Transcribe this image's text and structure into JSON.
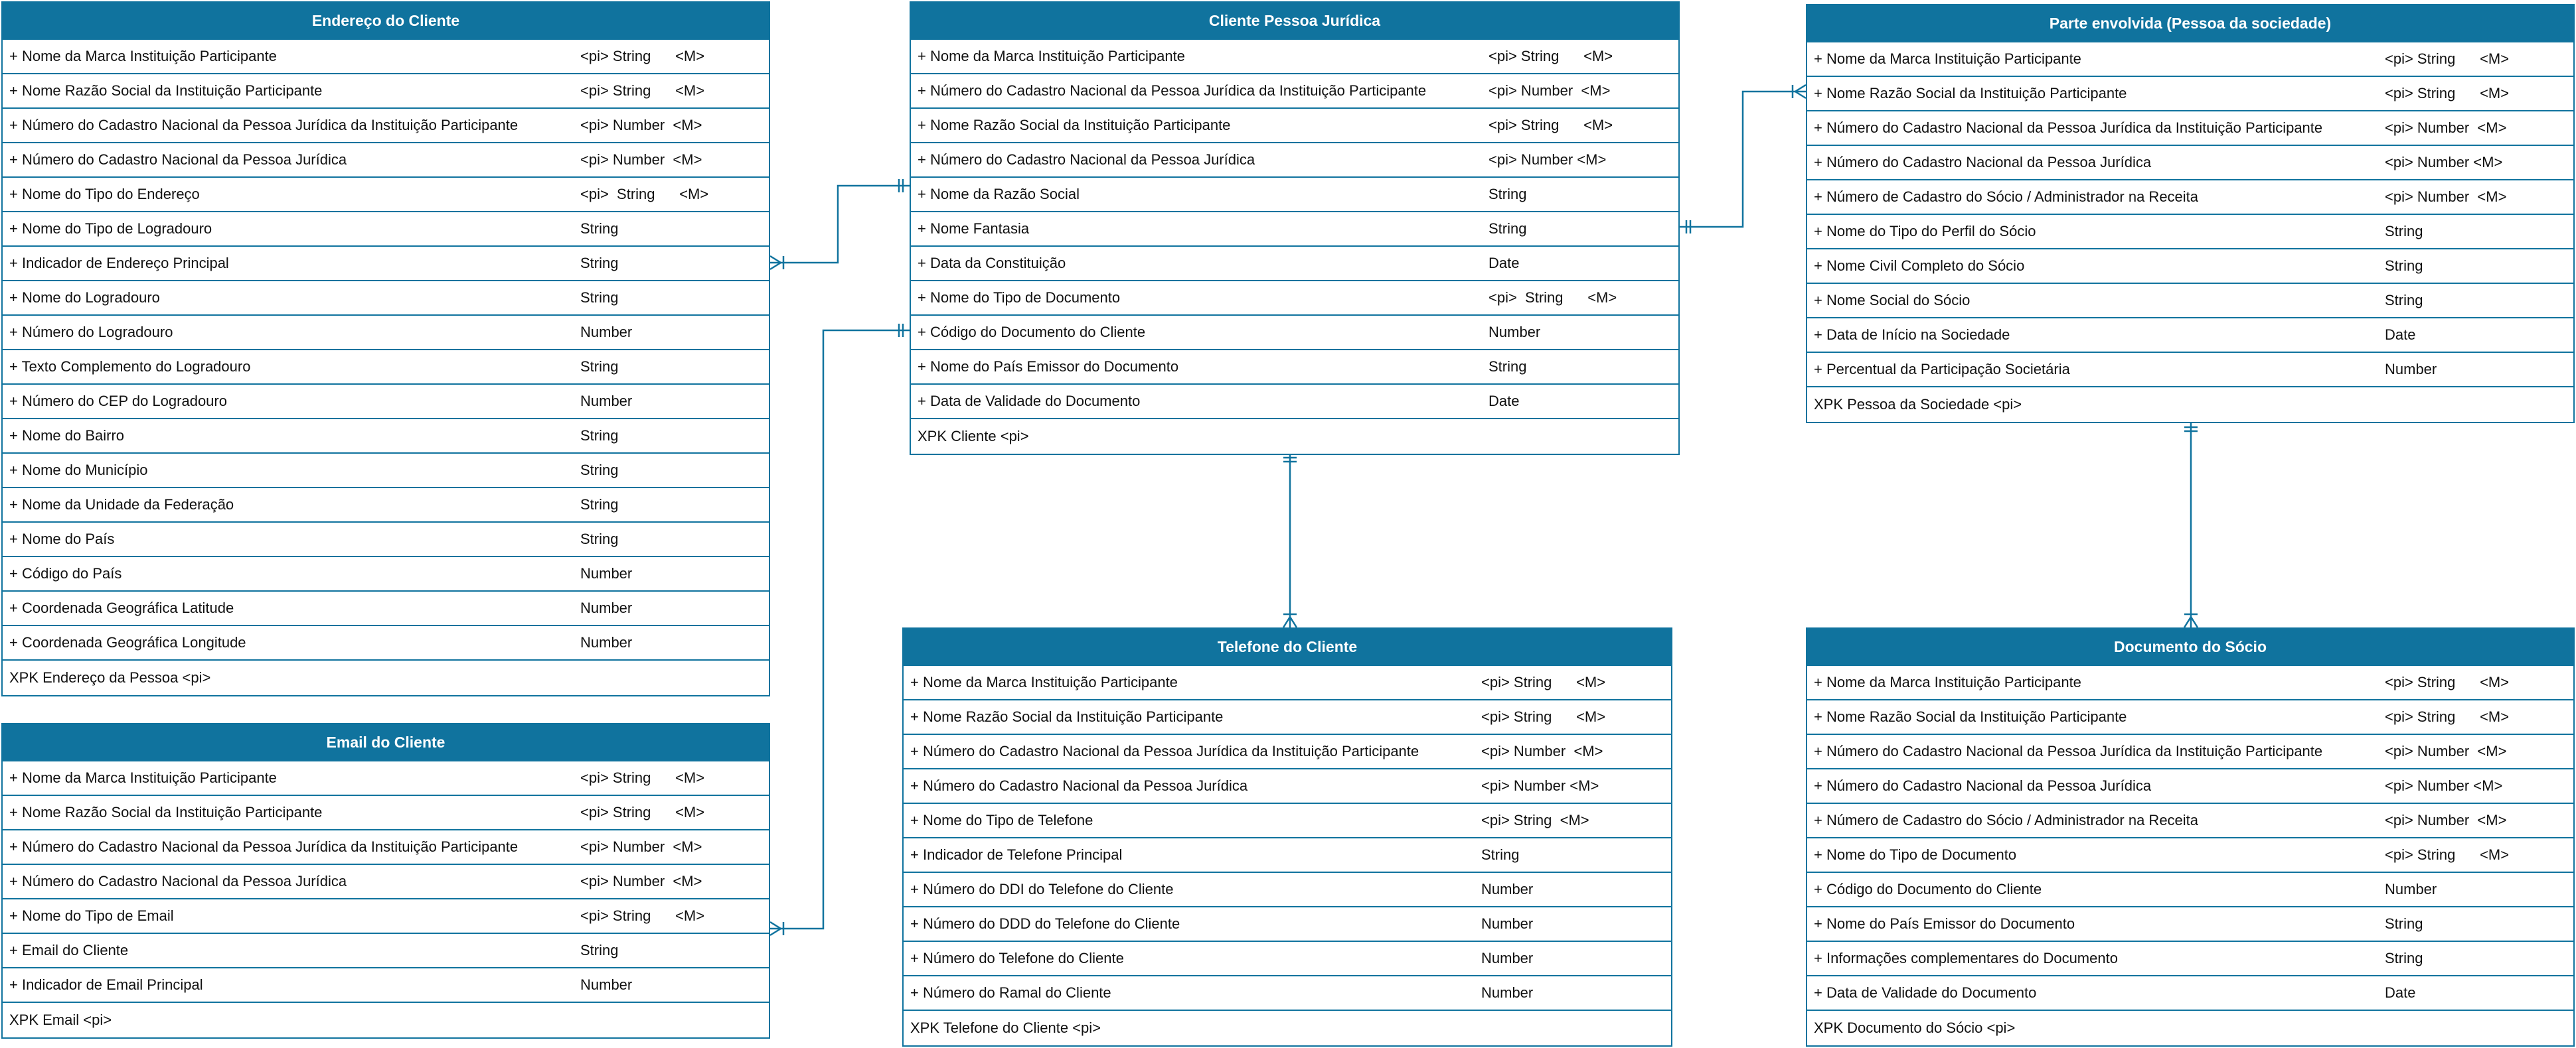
{
  "colors": {
    "accent": "#10739e",
    "header_text": "#ffffff",
    "text": "#111111"
  },
  "entities": [
    {
      "id": "endereco",
      "title": "Endereço do Cliente",
      "rows": [
        {
          "name": "+ Nome da Marca Instituição Participante",
          "type": "<pi> String      <M>"
        },
        {
          "name": "+ Nome Razão Social da Instituição Participante",
          "type": "<pi> String      <M>"
        },
        {
          "name": "+ Número do Cadastro Nacional da Pessoa Jurídica da Instituição Participante",
          "type": "<pi> Number  <M>"
        },
        {
          "name": "+ Número do Cadastro Nacional  da Pessoa Jurídica",
          "type": "<pi> Number  <M>"
        },
        {
          "name": "+ Nome do Tipo do  Endereço",
          "type": "<pi>  String      <M>"
        },
        {
          "name": "+ Nome do Tipo de Logradouro",
          "type": "String"
        },
        {
          "name": "+ Indicador de Endereço Principal",
          "type": "String"
        },
        {
          "name": "+ Nome do Logradouro",
          "type": "String"
        },
        {
          "name": "+ Número do Logradouro",
          "type": "Number"
        },
        {
          "name": "+ Texto Complemento do Logradouro",
          "type": "String"
        },
        {
          "name": "+ Número do CEP do Logradouro",
          "type": "Number"
        },
        {
          "name": "+ Nome do Bairro",
          "type": "String"
        },
        {
          "name": "+ Nome do Município",
          "type": "String"
        },
        {
          "name": "+ Nome da Unidade da Federação",
          "type": "String"
        },
        {
          "name": "+ Nome do País",
          "type": "String"
        },
        {
          "name": "+ Código do País",
          "type": "Number"
        },
        {
          "name": "+ Coordenada Geográfica Latitude",
          "type": "Number"
        },
        {
          "name": "+ Coordenada Geográfica Longitude",
          "type": "Number"
        },
        {
          "name": "XPK Endereço da Pessoa  <pi>",
          "type": ""
        }
      ]
    },
    {
      "id": "email",
      "title": "Email do Cliente",
      "rows": [
        {
          "name": "+ Nome da Marca Instituição Participante",
          "type": "<pi> String      <M>"
        },
        {
          "name": "+ Nome Razão Social da Instituição Participante",
          "type": "<pi> String      <M>"
        },
        {
          "name": "+ Número do Cadastro Nacional da Pessoa Jurídica da Instituição Participante",
          "type": "<pi> Number  <M>"
        },
        {
          "name": "+ Número do Cadastro Nacional  da Pessoa Jurídica",
          "type": "<pi> Number  <M>"
        },
        {
          "name": "+ Nome do Tipo de Email",
          "type": "<pi> String      <M>"
        },
        {
          "name": "+ Email do Cliente",
          "type": "String"
        },
        {
          "name": "+ Indicador de Email Principal",
          "type": "Number"
        },
        {
          "name": "XPK Email   <pi>",
          "type": ""
        }
      ]
    },
    {
      "id": "pj",
      "title": "Cliente Pessoa Jurídica",
      "rows": [
        {
          "name": "+ Nome da Marca Instituição Participante",
          "type": "<pi> String      <M>"
        },
        {
          "name": "+ Número do Cadastro Nacional da Pessoa Jurídica da Instituição Participante",
          "type": "<pi> Number  <M>"
        },
        {
          "name": "+ Nome Razão Social da Instituição Participante",
          "type": "<pi> String      <M>"
        },
        {
          "name": "+ Número do Cadastro Nacional da Pessoa Jurídica",
          "type": "<pi> Number <M>"
        },
        {
          "name": "+ Nome da Razão Social",
          "type": "String"
        },
        {
          "name": "+ Nome Fantasia",
          "type": "String"
        },
        {
          "name": "+ Data da Constituição",
          "type": "Date"
        },
        {
          "name": "+ Nome do Tipo de Documento",
          "type": "<pi>  String      <M>"
        },
        {
          "name": "+ Código do Documento do Cliente",
          "type": "Number"
        },
        {
          "name": "+ Nome do País Emissor do Documento",
          "type": "String"
        },
        {
          "name": "+ Data de Validade do Documento",
          "type": "Date"
        },
        {
          "name": "XPK Cliente  <pi>",
          "type": ""
        }
      ]
    },
    {
      "id": "telefone",
      "title": "Telefone do Cliente",
      "rows": [
        {
          "name": "+ Nome da Marca Instituição Participante",
          "type": "<pi> String      <M>"
        },
        {
          "name": "+ Nome Razão Social da Instituição Participante",
          "type": "<pi> String      <M>"
        },
        {
          "name": "+ Número do Cadastro Nacional da Pessoa Jurídica da Instituição Participante",
          "type": "<pi> Number  <M>"
        },
        {
          "name": "+ Número do Cadastro Nacional  da Pessoa Jurídica",
          "type": "<pi> Number <M>"
        },
        {
          "name": "+ Nome do Tipo de Telefone",
          "type": "<pi> String  <M>"
        },
        {
          "name": "+ Indicador de Telefone Principal",
          "type": "String"
        },
        {
          "name": "+ Número do DDI do Telefone do Cliente",
          "type": "Number"
        },
        {
          "name": "+ Número do DDD do Telefone do Cliente",
          "type": "Number"
        },
        {
          "name": "+ Número do Telefone do Cliente",
          "type": "Number"
        },
        {
          "name": "+ Número do Ramal do Cliente",
          "type": "Number"
        },
        {
          "name": "XPK Telefone do Cliente   <pi>",
          "type": ""
        }
      ]
    },
    {
      "id": "parte",
      "title": "Parte envolvida (Pessoa da sociedade)",
      "rows": [
        {
          "name": "+ Nome da Marca Instituição Participante",
          "type": "<pi> String      <M>"
        },
        {
          "name": "+ Nome Razão Social da Instituição Participante",
          "type": "<pi> String      <M>"
        },
        {
          "name": "+ Número do Cadastro Nacional da Pessoa Jurídica da Instituição Participante",
          "type": "<pi> Number  <M>"
        },
        {
          "name": "+ Número do Cadastro Nacional  da Pessoa Jurídica",
          "type": "<pi> Number <M>"
        },
        {
          "name": "+ Número de Cadastro do Sócio / Administrador  na Receita",
          "type": "<pi> Number  <M>"
        },
        {
          "name": "+ Nome do Tipo do Perfil do Sócio",
          "type": "String"
        },
        {
          "name": "+ Nome Civil Completo do Sócio",
          "type": "String"
        },
        {
          "name": "+ Nome Social do Sócio",
          "type": "String"
        },
        {
          "name": "+ Data de Início na Sociedade",
          "type": "Date"
        },
        {
          "name": "+ Percentual da Participação Societária",
          "type": "Number"
        },
        {
          "name": "XPK Pessoa da Sociedade  <pi>",
          "type": ""
        }
      ]
    },
    {
      "id": "documento",
      "title": "Documento do Sócio",
      "rows": [
        {
          "name": "+ Nome da Marca Instituição Participante",
          "type": "<pi> String      <M>"
        },
        {
          "name": "+ Nome Razão Social da Instituição Participante",
          "type": "<pi> String      <M>"
        },
        {
          "name": "+ Número do Cadastro Nacional da Pessoa Jurídica da Instituição Participante",
          "type": "<pi> Number  <M>"
        },
        {
          "name": "+ Número do Cadastro Nacional da Pessoa Jurídica",
          "type": "<pi> Number <M>"
        },
        {
          "name": "+ Número de Cadastro do Sócio / Administrador na Receita",
          "type": "<pi> Number  <M>"
        },
        {
          "name": "+ Nome do Tipo de Documento",
          "type": "<pi> String      <M>"
        },
        {
          "name": "+ Código do Documento do Cliente",
          "type": "Number"
        },
        {
          "name": "+ Nome do País Emissor do Documento",
          "type": "String"
        },
        {
          "name": "+ Informações complementares do Documento",
          "type": "String"
        },
        {
          "name": "+ Data de Validade do Documento",
          "type": "Date"
        },
        {
          "name": "XPK Documento do Sócio  <pi>",
          "type": ""
        }
      ]
    }
  ],
  "relationships": [
    {
      "from": "pj",
      "to": "endereco",
      "from_end": "one-mandatory",
      "to_end": "one-to-many"
    },
    {
      "from": "pj",
      "to": "email",
      "from_end": "one-mandatory",
      "to_end": "one-to-many"
    },
    {
      "from": "pj",
      "to": "telefone",
      "from_end": "one-mandatory",
      "to_end": "one-to-many"
    },
    {
      "from": "pj",
      "to": "parte",
      "from_end": "one-mandatory",
      "to_end": "one-to-many"
    },
    {
      "from": "parte",
      "to": "documento",
      "from_end": "one-mandatory",
      "to_end": "one-to-many"
    }
  ]
}
